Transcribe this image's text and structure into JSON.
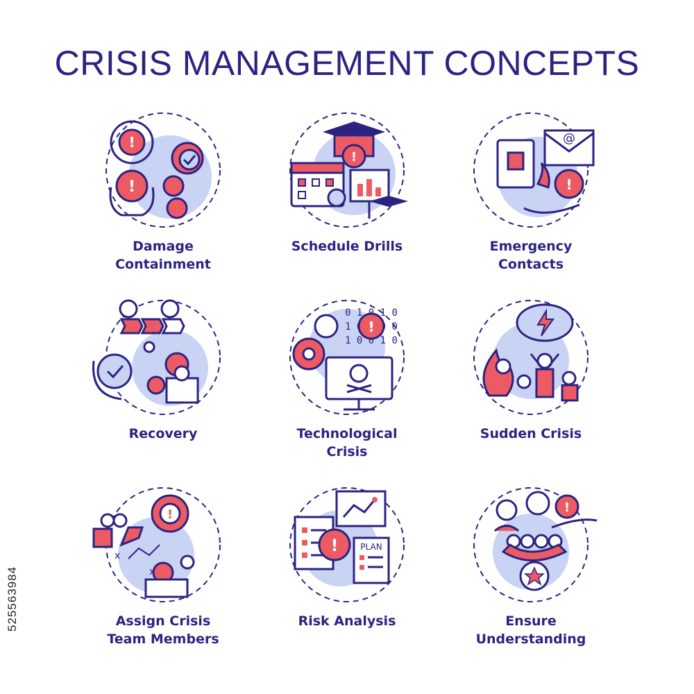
{
  "title": "CRISIS MANAGEMENT CONCEPTS",
  "colors": {
    "primary": "#2b2382",
    "accent": "#ec5b64",
    "circle": "#c9d3f4"
  },
  "concepts": [
    {
      "label_lines": [
        "Damage",
        "Containment"
      ],
      "icon": "damage-containment-icon"
    },
    {
      "label_lines": [
        "Schedule Drills"
      ],
      "icon": "schedule-drills-icon"
    },
    {
      "label_lines": [
        "Emergency",
        "Contacts"
      ],
      "icon": "emergency-contacts-icon"
    },
    {
      "label_lines": [
        "Recovery"
      ],
      "icon": "recovery-icon"
    },
    {
      "label_lines": [
        "Technological",
        "Crisis"
      ],
      "icon": "technological-crisis-icon"
    },
    {
      "label_lines": [
        "Sudden Crisis"
      ],
      "icon": "sudden-crisis-icon"
    },
    {
      "label_lines": [
        "Assign Crisis",
        "Team Members"
      ],
      "icon": "assign-team-icon"
    },
    {
      "label_lines": [
        "Risk Analysis"
      ],
      "icon": "risk-analysis-icon"
    },
    {
      "label_lines": [
        "Ensure",
        "Understanding"
      ],
      "icon": "ensure-understanding-icon"
    }
  ],
  "icon_text": {
    "binary_row1": "0 1 0 1 0",
    "binary_row2": "1 0 1 0 0",
    "binary_row3": "1 0 0 1 0",
    "plan": "PLAN"
  },
  "stock_id": "525563984"
}
